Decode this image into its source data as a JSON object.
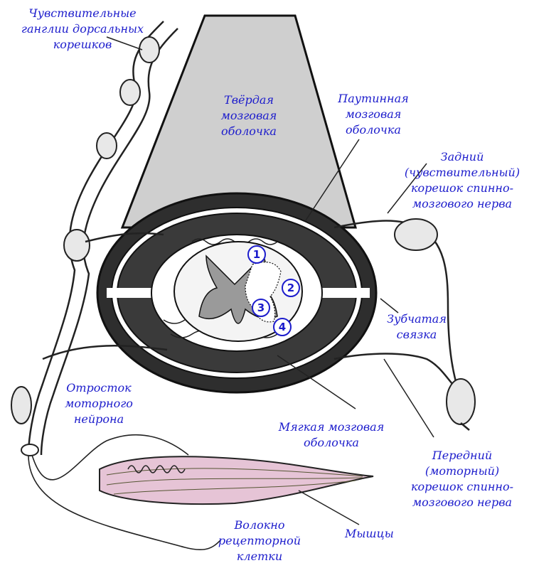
{
  "labels": {
    "sensory_ganglia": [
      "Чувствительные",
      "ганглии дорсальных",
      "корешков"
    ],
    "dura_mater": [
      "Твёрдая",
      "мозговая",
      "оболочка"
    ],
    "arachnoid": [
      "Паутинная",
      "мозговая",
      "оболочка"
    ],
    "dorsal_root": [
      "Задний",
      "(чувствительный)",
      "корешок спинно-",
      "мозгового нерва"
    ],
    "denticulate_ligament": [
      "Зубчатая",
      "связка"
    ],
    "motor_neuron_process": [
      "Отросток",
      "моторного",
      "нейрона"
    ],
    "pia_mater": [
      "Мягкая мозговая",
      "оболочка"
    ],
    "ventral_root": [
      "Передний",
      "(моторный)",
      "корешок спинно-",
      "мозгового нерва"
    ],
    "muscles": "Мышцы",
    "receptor_fiber": [
      "Волокно",
      "рецепторной",
      "клетки"
    ]
  },
  "markers": [
    "1",
    "2",
    "3",
    "4"
  ],
  "colors": {
    "label_text": "#1c1ccc",
    "dura_fill": "#cfcfcf",
    "dark_band": "#3a3a3a",
    "muscle_fill": "#e6c4d6",
    "outline": "#111111"
  }
}
